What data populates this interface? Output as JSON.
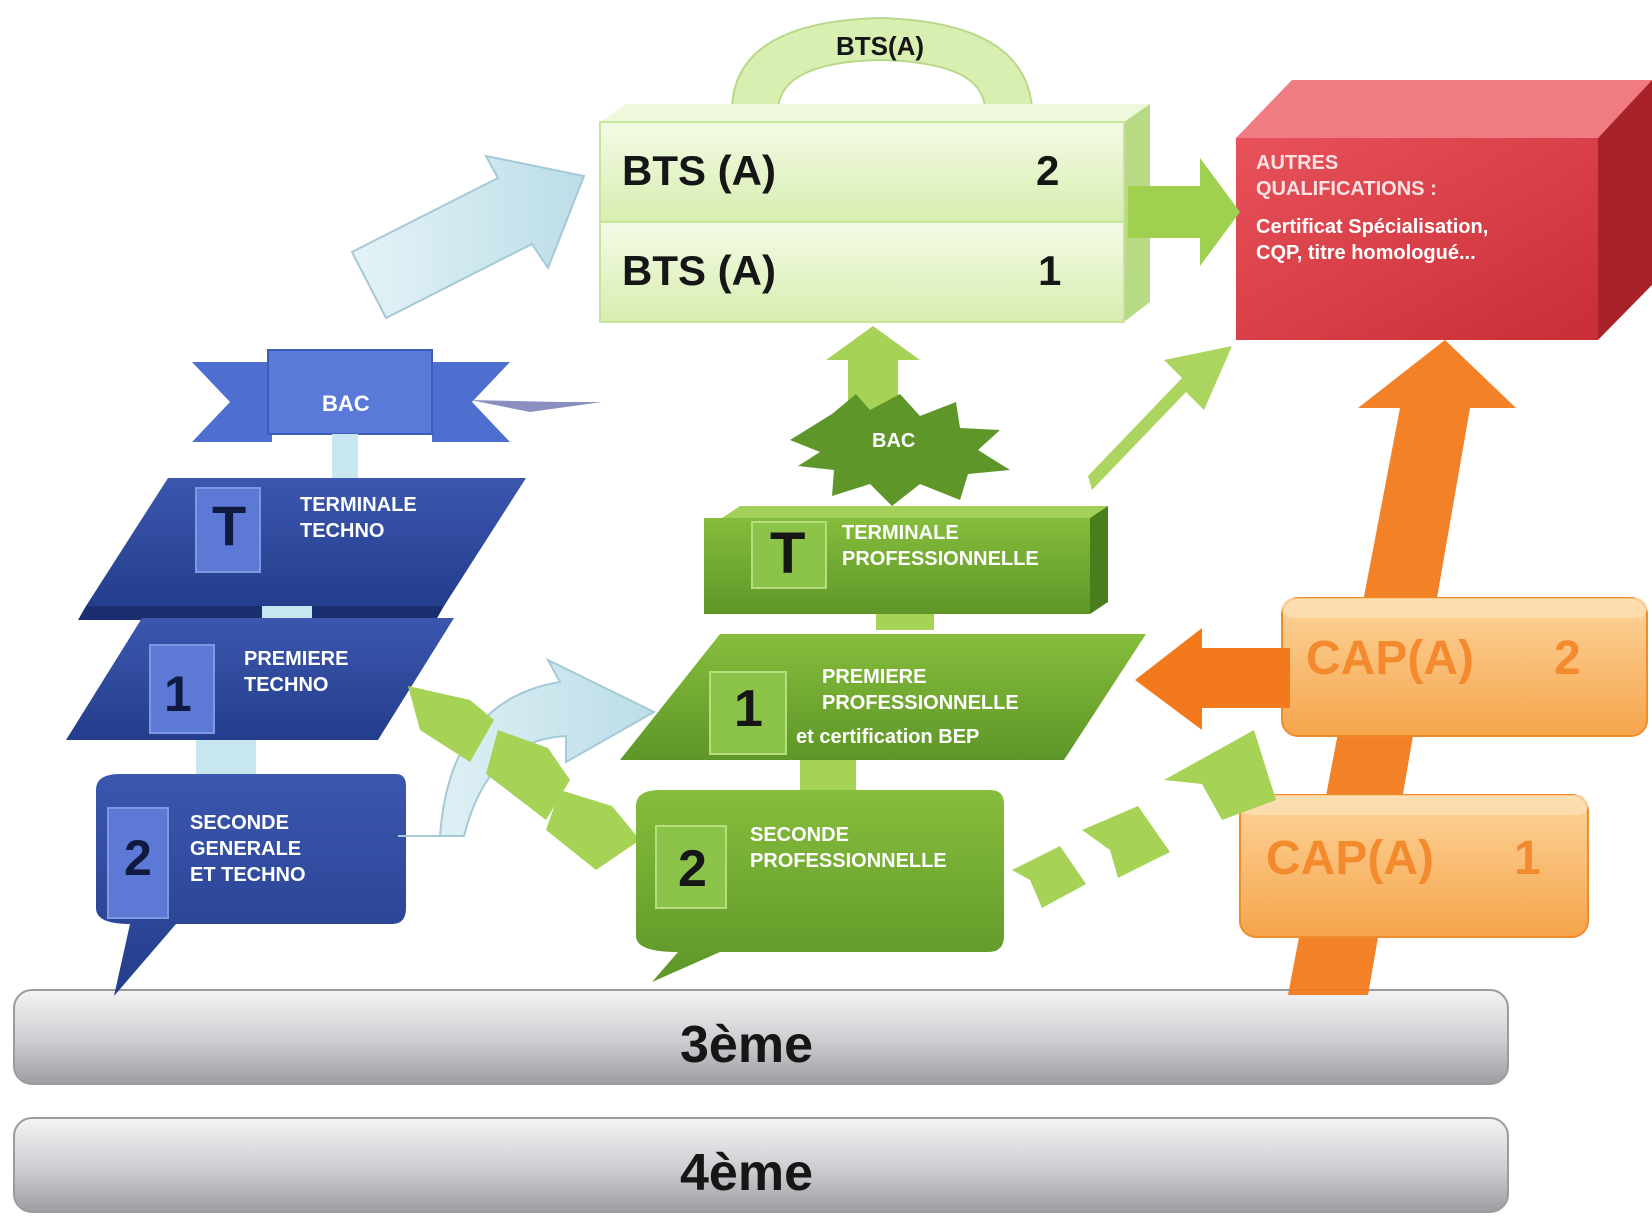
{
  "bts": {
    "arch_label": "BTS(A)",
    "year2": {
      "name": "BTS (A)",
      "number": "2"
    },
    "year1": {
      "name": "BTS (A)",
      "number": "1"
    }
  },
  "autres": {
    "title": "AUTRES\nQUALIFICATIONS :",
    "detail": "Certificat Spécialisation,\nCQP, titre homologué..."
  },
  "techno_track": {
    "bac": "BAC",
    "terminale": {
      "letter": "T",
      "label": "TERMINALE\nTECHNO"
    },
    "premiere": {
      "number": "1",
      "label": "PREMIERE\nTECHNO"
    },
    "seconde": {
      "number": "2",
      "label": "SECONDE\nGENERALE\nET TECHNO"
    }
  },
  "pro_track": {
    "bac": "BAC",
    "terminale": {
      "letter": "T",
      "label": "TERMINALE\nPROFESSIONNELLE"
    },
    "premiere": {
      "number": "1",
      "label": "PREMIERE\nPROFESSIONNELLE",
      "sub": "et certification BEP"
    },
    "seconde": {
      "number": "2",
      "label": "SECONDE\nPROFESSIONNELLE"
    }
  },
  "cap_track": {
    "year2": {
      "name": "CAP(A)",
      "number": "2"
    },
    "year1": {
      "name": "CAP(A)",
      "number": "1"
    }
  },
  "grades": {
    "third": "3ème",
    "fourth": "4ème"
  },
  "colors": {
    "techno_blue": "#2e4a9e",
    "techno_light": "#5d7ad6",
    "pro_green": "#5f9a2a",
    "pro_light": "#9cce4e",
    "bts_pale_green": "#e6f4cb",
    "autres_red": "#dc3d46",
    "cap_orange": "#f7a54a",
    "arrow_orange": "#f27a1c",
    "bar_grey": "#c9c9cc"
  }
}
